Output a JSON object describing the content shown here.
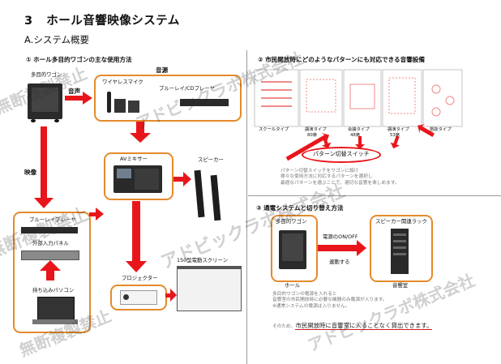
{
  "header": {
    "section_number": "3",
    "section_title": "ホール音響映像システム",
    "subtitle": "A.システム概要"
  },
  "left_panel": {
    "title": "① ホール多目的ワゴンの主な使用方法",
    "wagon_label": "多目的ワゴン",
    "sound_source_label": "音源",
    "wireless_mic_label": "ワイヤレスマイク",
    "cd_player_label": "ブルーレイ/CDプレーヤ",
    "audio_arrow_label": "音声",
    "video_arrow_label": "映像",
    "av_mixer_label": "AVミキサー",
    "speaker_label": "スピーカー",
    "bluray_label": "ブルーレイプレーヤ",
    "ext_panel_label": "外部入力パネル",
    "laptop_label": "持ち込みパソコン",
    "projector_label": "プロジェクター",
    "screen_label": "150型電動スクリーン"
  },
  "right_top_panel": {
    "title": "② 市民開放時にどのようなパターンにも対応できる音響設備",
    "layouts": [
      {
        "name": "スクールタイプ",
        "seats": ""
      },
      {
        "name": "講演タイプ",
        "seats": "80席"
      },
      {
        "name": "会議タイプ",
        "seats": "48席"
      },
      {
        "name": "講演タイプ",
        "seats": "53席"
      },
      {
        "name": "懇談タイプ",
        "seats": ""
      }
    ],
    "switch_label": "パターン切替スイッチ",
    "note_lines": [
      "パターン切替スイッチをワゴンに設け",
      "様々な使用方法に対応するパターンを選択し",
      "最適なパターンを選ぶことで、適切な音響を楽しめます。"
    ]
  },
  "right_bottom_panel": {
    "title": "③ 通電システムと切り替え方法",
    "wagon_label": "多目的ワゴン",
    "rack_label": "スピーカー関連ラック",
    "power_label": "電源のON/OFF",
    "link_label": "連動する",
    "hall_label": "ホール",
    "room_label": "音響室",
    "note_lines": [
      "多目的ワゴンの電源を入れると",
      "音響室の市民開放時に必要な機器のみ電源が入ります。",
      "※通常システムの電源は入りません。"
    ],
    "conclusion_prefix": "そのため、",
    "conclusion_highlight": "市民開放時に音響室に入ることなく貸出できます。"
  },
  "watermark": {
    "text_1": "無断複製禁止",
    "text_2": "アドビックラボ株式会社"
  },
  "colors": {
    "accent_orange": "#e58a2b",
    "arrow_red": "#e8161b",
    "highlight_line": "#d0181b",
    "divider": "#9a9a9a",
    "watermark": "#282828"
  }
}
